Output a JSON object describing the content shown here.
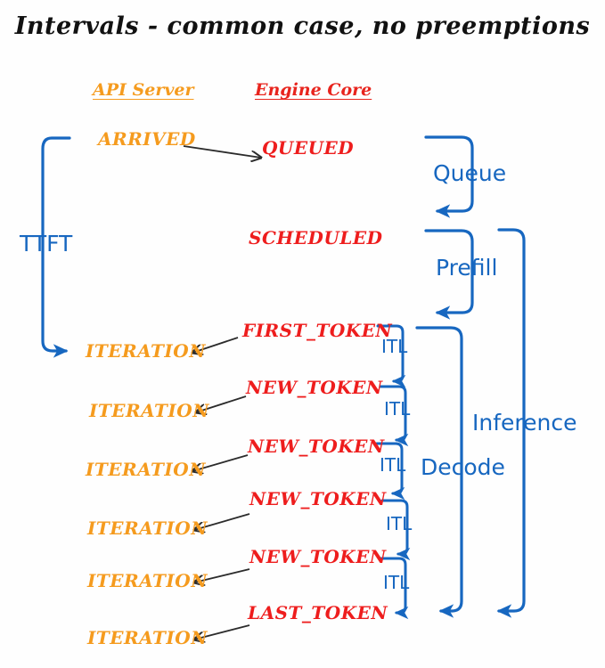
{
  "title": "Intervals - common case, no preemptions",
  "colors": {
    "background": "#fefefe",
    "title": "#111111",
    "api_server": "#f59b1e",
    "engine_core": "#ee1d1d",
    "annotation_blue": "#1767c0",
    "arrow_black": "#2b2b2b"
  },
  "columns": {
    "api_server": "API Server",
    "engine_core": "Engine Core"
  },
  "states": {
    "arrived": "ARRIVED",
    "queued": "QUEUED",
    "scheduled": "SCHEDULED",
    "iteration": "ITERATION",
    "first_token": "FIRST_TOKEN",
    "new_token": "NEW_TOKEN",
    "last_token": "LAST_TOKEN"
  },
  "intervals": {
    "ttft": "TTFT",
    "queue": "Queue",
    "prefill": "Prefill",
    "decode": "Decode",
    "inference": "Inference",
    "itl": "ITL"
  },
  "timeline": {
    "api_rows": [
      {
        "label": "ARRIVED",
        "kind": "api"
      },
      {
        "label": "ITERATION",
        "kind": "api"
      },
      {
        "label": "ITERATION",
        "kind": "api"
      },
      {
        "label": "ITERATION",
        "kind": "api"
      },
      {
        "label": "ITERATION",
        "kind": "api"
      },
      {
        "label": "ITERATION",
        "kind": "api"
      },
      {
        "label": "ITERATION",
        "kind": "api"
      }
    ],
    "engine_rows": [
      {
        "label": "QUEUED",
        "kind": "engine"
      },
      {
        "label": "SCHEDULED",
        "kind": "engine"
      },
      {
        "label": "FIRST_TOKEN",
        "kind": "engine"
      },
      {
        "label": "NEW_TOKEN",
        "kind": "engine"
      },
      {
        "label": "NEW_TOKEN",
        "kind": "engine"
      },
      {
        "label": "NEW_TOKEN",
        "kind": "engine"
      },
      {
        "label": "NEW_TOKEN",
        "kind": "engine"
      },
      {
        "label": "LAST_TOKEN",
        "kind": "engine"
      }
    ],
    "itl_labels": [
      "ITL",
      "ITL",
      "ITL",
      "ITL",
      "ITL"
    ]
  }
}
